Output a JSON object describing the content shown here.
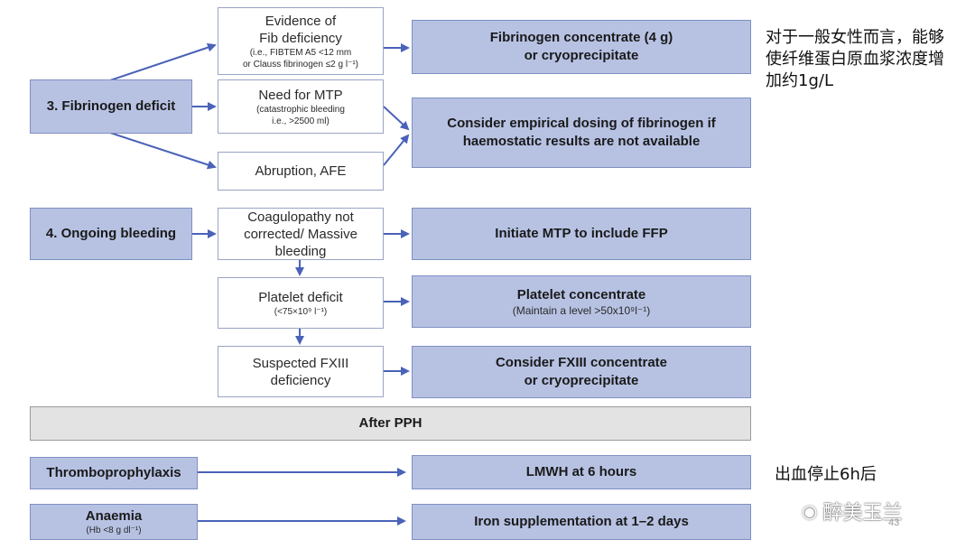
{
  "categories": {
    "fibrinogen": "3. Fibrinogen deficit",
    "bleeding": "4. Ongoing bleeding",
    "thrombo": "Thromboprophylaxis",
    "anaemia": "Anaemia",
    "anaemia_sub": "(Hb <8 g dl⁻¹)"
  },
  "conditions": {
    "evidence_title": "Evidence of\nFib deficiency",
    "evidence_sub": "(i.e., FIBTEM A5 <12 mm\nor Clauss fibrinogen ≤2 g l⁻¹)",
    "mtp_title": "Need for MTP",
    "mtp_sub": "(catastrophic bleeding\ni.e., >2500 ml)",
    "abruption": "Abruption, AFE",
    "coag": "Coagulopathy not\ncorrected/ Massive\nbleeding",
    "platelet_title": "Platelet deficit",
    "platelet_sub": "(<75×10⁹ l⁻¹)",
    "fxiii": "Suspected FXIII\ndeficiency"
  },
  "actions": {
    "fib_conc": "Fibrinogen concentrate (4 g)\nor cryoprecipitate",
    "empirical": "Consider empirical dosing of fibrinogen if\nhaemostatic results are not available",
    "mtp_ffp": "Initiate MTP to include FFP",
    "platelet_conc": "Platelet concentrate",
    "platelet_sub": "(Maintain a level >50x10⁹l⁻¹)",
    "fxiii_conc": "Consider FXIII concentrate\nor cryoprecipitate",
    "lmwh": "LMWH at 6 hours",
    "iron": "Iron supplementation at 1–2 days"
  },
  "after_pph": "After PPH",
  "notes": {
    "fib_note": "对于一般女性而言，能够\n使纤维蛋白原血浆浓度增\n加约1g/L",
    "lmwh_note": "出血停止6h后"
  },
  "watermark": "醉美玉兰",
  "page_number": "43",
  "colors": {
    "blue_box": "#b7c2e3",
    "blue_border": "#7f8fc2",
    "arrow": "#4a62b8",
    "grey_bar": "#e3e3e3"
  }
}
